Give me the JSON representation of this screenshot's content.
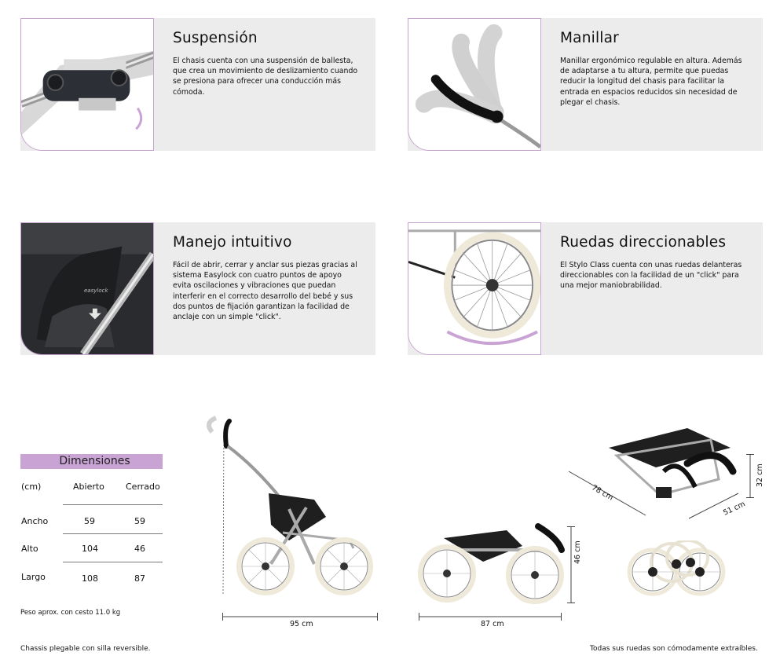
{
  "features": [
    {
      "title": "Suspensión",
      "text": "El chasis cuenta con una suspensión de ballesta, que crea un movimiento de deslizamiento cuando se presiona para ofrecer una conducción más cómoda."
    },
    {
      "title": "Manillar",
      "text": "Manillar ergonómico regulable en altura. Además de adaptarse a tu altura,  permite que puedas reducir la longitud del chasis para facilitar la entrada en espacios reducidos sin necesidad de plegar el chasis."
    },
    {
      "title": "Manejo intuitivo",
      "text": "Fácil de abrir, cerrar y anclar sus piezas gracias al sistema Easylock con cuatro puntos de apoyo evita oscilaciones y vibraciones que puedan interferir en el correcto desarrollo del bebé y sus dos puntos de fijación garantizan la facilidad de anclaje con un simple \"click\"."
    },
    {
      "title": "Ruedas direccionables",
      "text": "El Stylo Class cuenta con unas  ruedas delanteras  direccionables con la facilidad de un \"click\" para una mejor maniobrabilidad."
    }
  ],
  "photo_labels": {
    "easylock": "easylock"
  },
  "dimensions": {
    "title": "Dimensiones",
    "unit": "(cm)",
    "col_open": "Abierto",
    "col_closed": "Cerrado",
    "rows": [
      {
        "label": "Ancho",
        "open": "59",
        "closed": "59"
      },
      {
        "label": "Alto",
        "open": "104",
        "closed": "46"
      },
      {
        "label": "Largo",
        "open": "108",
        "closed": "87"
      }
    ],
    "weight_note": "Peso aprox. con cesto 11.0 kg"
  },
  "measures": {
    "open_length": "95 cm",
    "closed_length": "87 cm",
    "closed_height": "46 cm",
    "folded_length": "78 cm",
    "folded_width": "51 cm",
    "folded_height": "32 cm"
  },
  "footer": {
    "left": "Chassis plegable con silla reversible.",
    "right": "Todas sus ruedas son cómodamente extraíbles."
  },
  "colors": {
    "accent": "#c9a3d3",
    "card_bg": "#ececed"
  }
}
